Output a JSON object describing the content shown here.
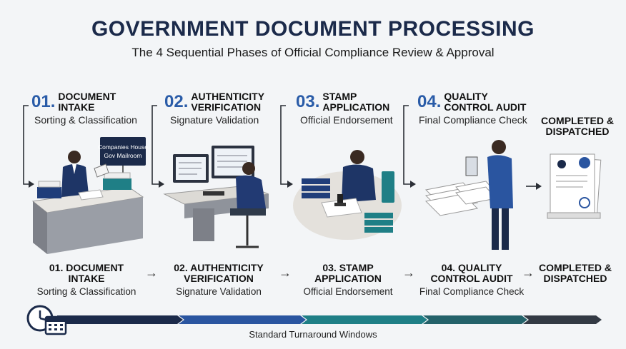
{
  "header": {
    "title": "GOVERNMENT DOCUMENT PROCESSING",
    "subtitle": "The 4 Sequential Phases of Official Compliance Review & Approval"
  },
  "phases": [
    {
      "number": "01.",
      "line1": "DOCUMENT",
      "line2": "INTAKE",
      "subtitle": "Sorting & Classification"
    },
    {
      "number": "02.",
      "line1": "AUTHENTICITY",
      "line2": "VERIFICATION",
      "subtitle": "Signature Validation"
    },
    {
      "number": "03.",
      "line1": "STAMP",
      "line2": "APPLICATION",
      "subtitle": "Official Endorsement"
    },
    {
      "number": "04.",
      "line1": "QUALITY",
      "line2": "CONTROL AUDIT",
      "subtitle": "Final Compliance Check"
    }
  ],
  "final_stage": {
    "line1": "COMPLETED &",
    "line2": "DISPATCHED"
  },
  "mailroom_sign": {
    "line1": "Companies House",
    "line2": "Gov Mailroom"
  },
  "bottom_steps": [
    {
      "line1": "01. DOCUMENT",
      "line2": "INTAKE",
      "subtitle": "Sorting & Classification"
    },
    {
      "line1": "02. AUTHENTICITY",
      "line2": "VERIFICATION",
      "subtitle": "Signature Validation"
    },
    {
      "line1": "03. STAMP",
      "line2": "APPLICATION",
      "subtitle": "Official Endorsement"
    },
    {
      "line1": "04. QUALITY",
      "line2": "CONTROL AUDIT",
      "subtitle": "Final Compliance Check"
    },
    {
      "line1": "COMPLETED &",
      "line2": "DISPATCHED",
      "subtitle": ""
    }
  ],
  "timeline": {
    "label": "Standard Turnaround Windows"
  },
  "icons": [
    "clock-icon",
    "calendar-icon",
    "arrow-right-icon"
  ],
  "colors": {
    "navy": "#1b2a4a",
    "blue": "#2a5ca8",
    "teal": "#1f7f86",
    "dark": "#333a44"
  }
}
